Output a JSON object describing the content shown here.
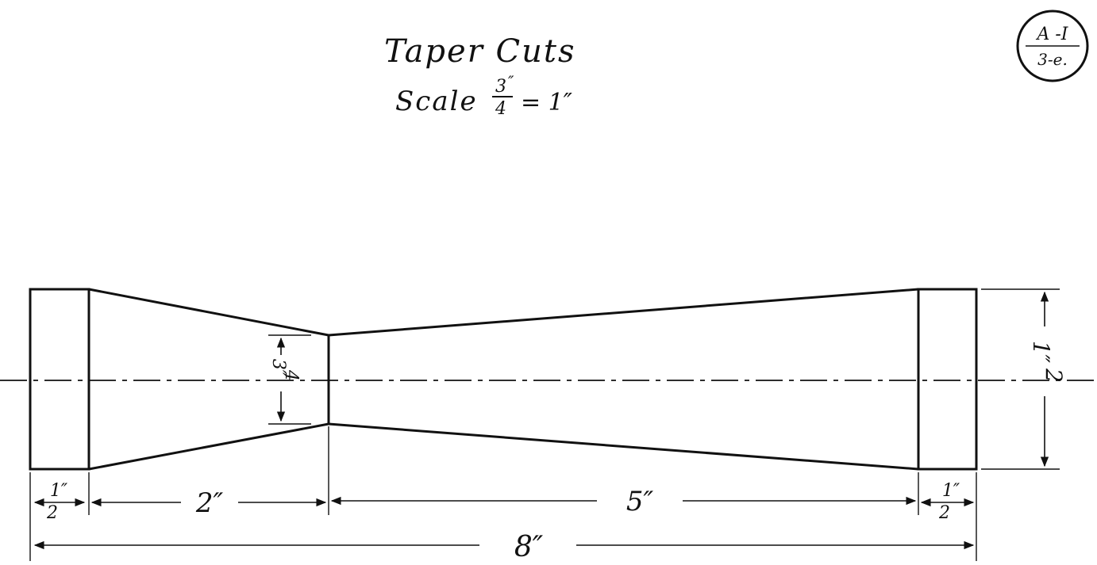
{
  "sheet": {
    "title": "Taper Cuts",
    "scale_label": "Scale",
    "scale_numerator": "3",
    "scale_denominator": "4",
    "scale_inch_mark": "″",
    "scale_equals": "= 1″",
    "badge_top": "A -I",
    "badge_bottom": "3-e."
  },
  "dimensions": {
    "left_collar": {
      "num": "1″",
      "den": "2"
    },
    "left_taper": "2″",
    "right_taper": "5″",
    "right_collar": {
      "num": "1″",
      "den": "2"
    },
    "overall_length": "8″",
    "neck_diameter": {
      "num": "3″",
      "den": "4"
    },
    "end_diameter": {
      "num": "1″",
      "den": "2"
    }
  }
}
